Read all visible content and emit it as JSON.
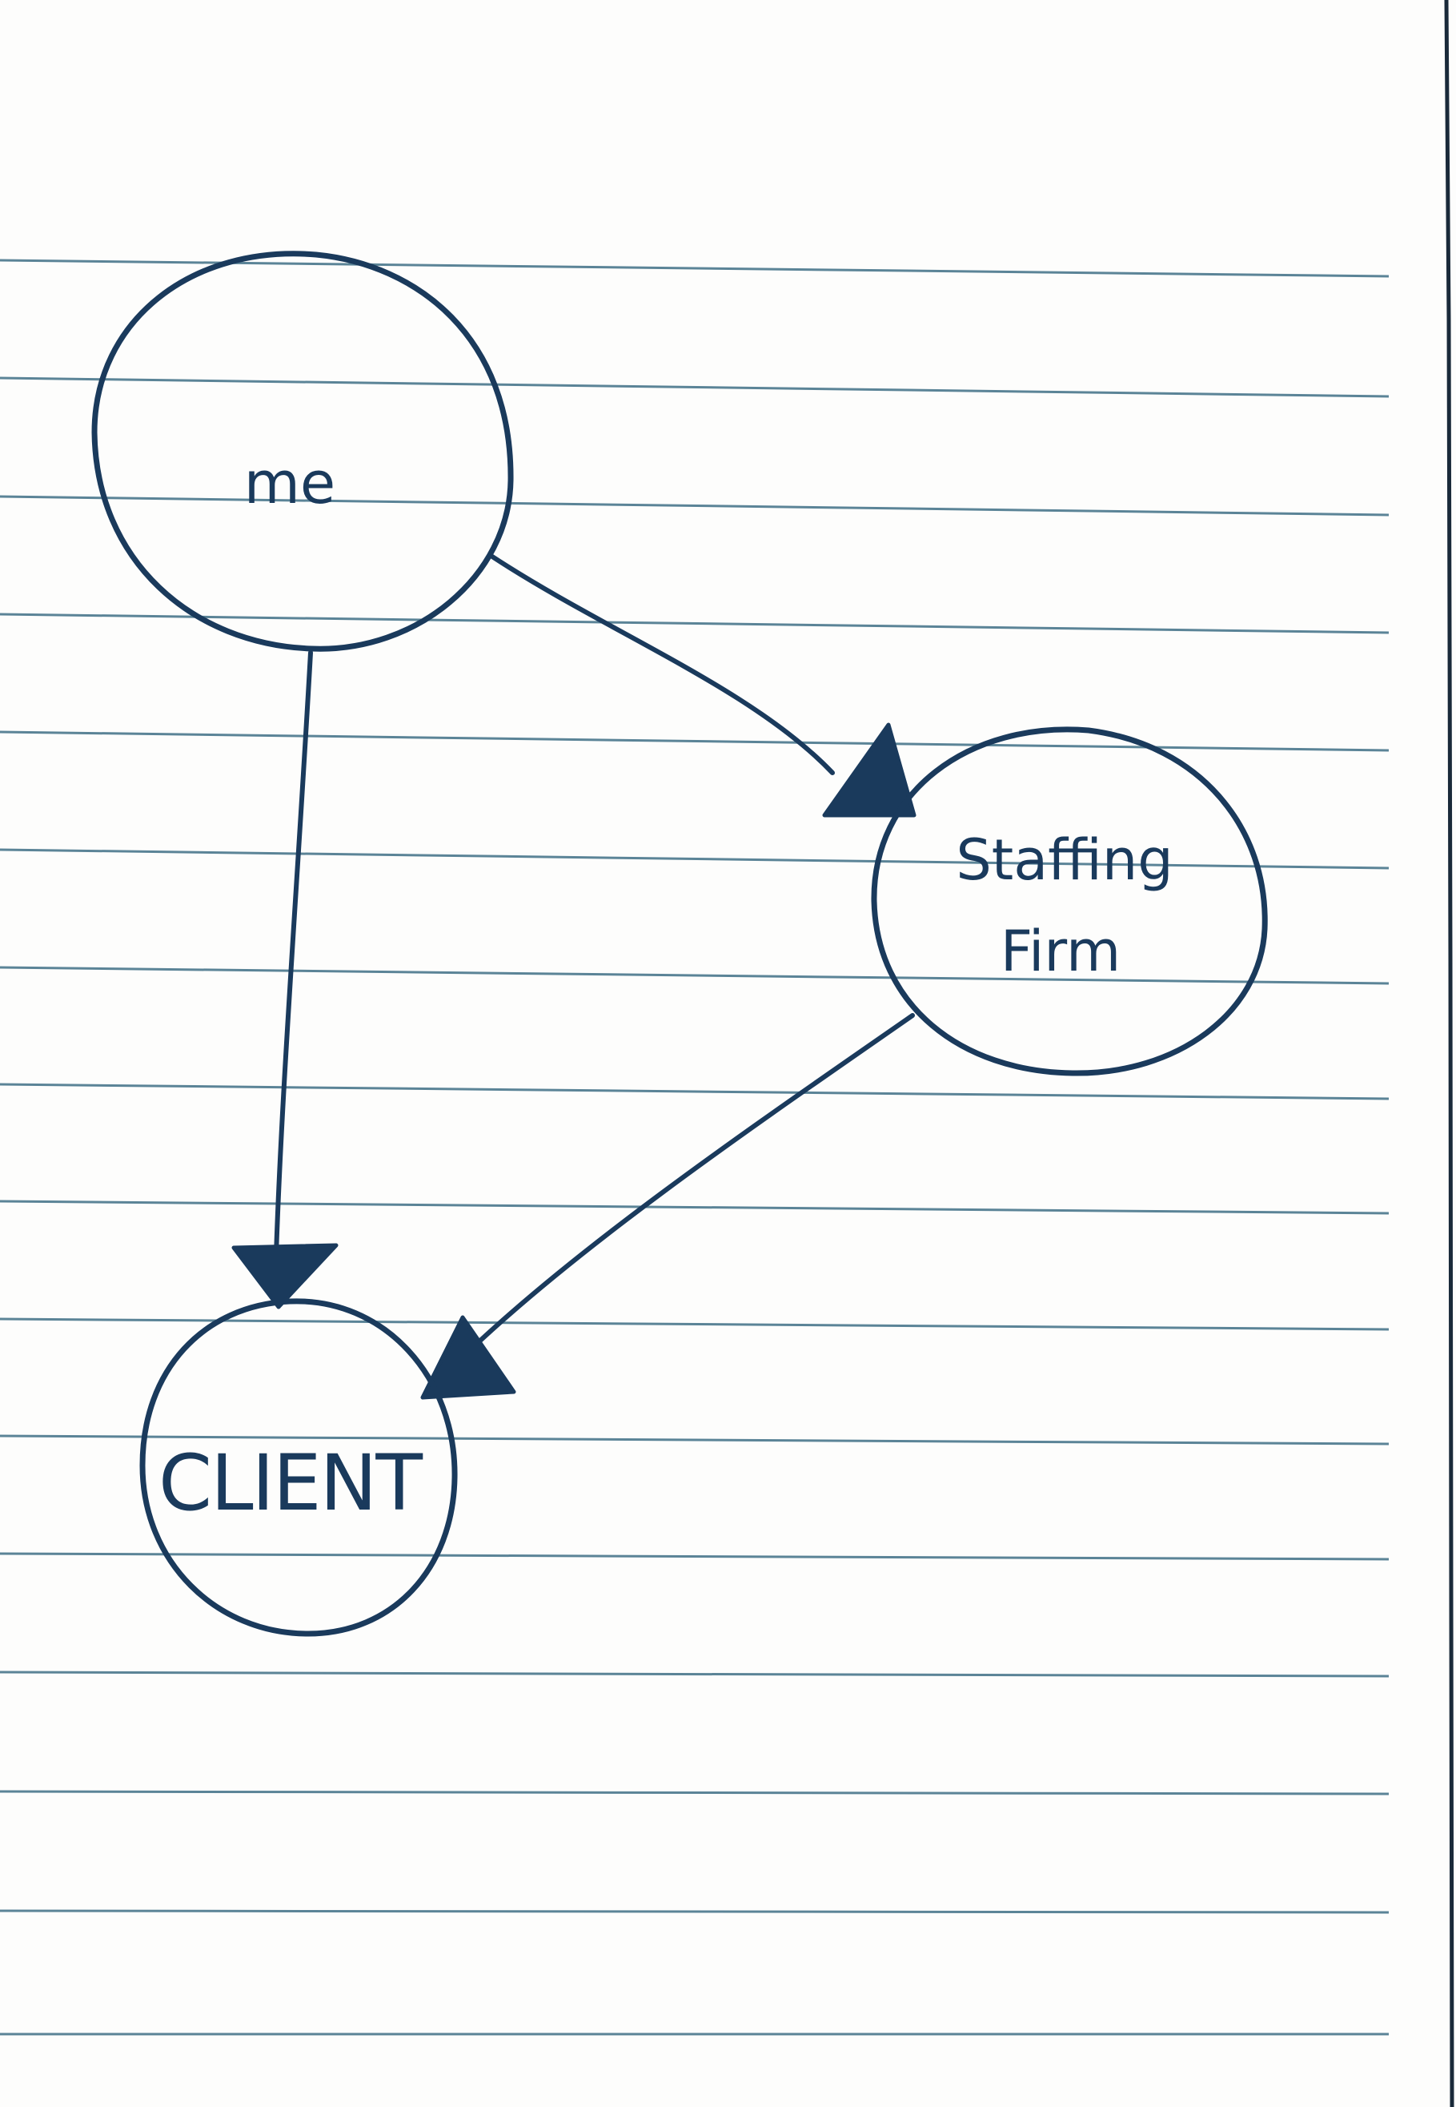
{
  "colors": {
    "paper": "#fdfdfc",
    "rule_line": "#3f6f86",
    "ink": "#1a3a5c",
    "margin_line": "#1a2a3a"
  },
  "nodes": {
    "me": {
      "label": "me"
    },
    "staffing_firm": {
      "label_line1": "Staffing",
      "label_line2": "Firm"
    },
    "client": {
      "label": "CLIENT"
    }
  }
}
